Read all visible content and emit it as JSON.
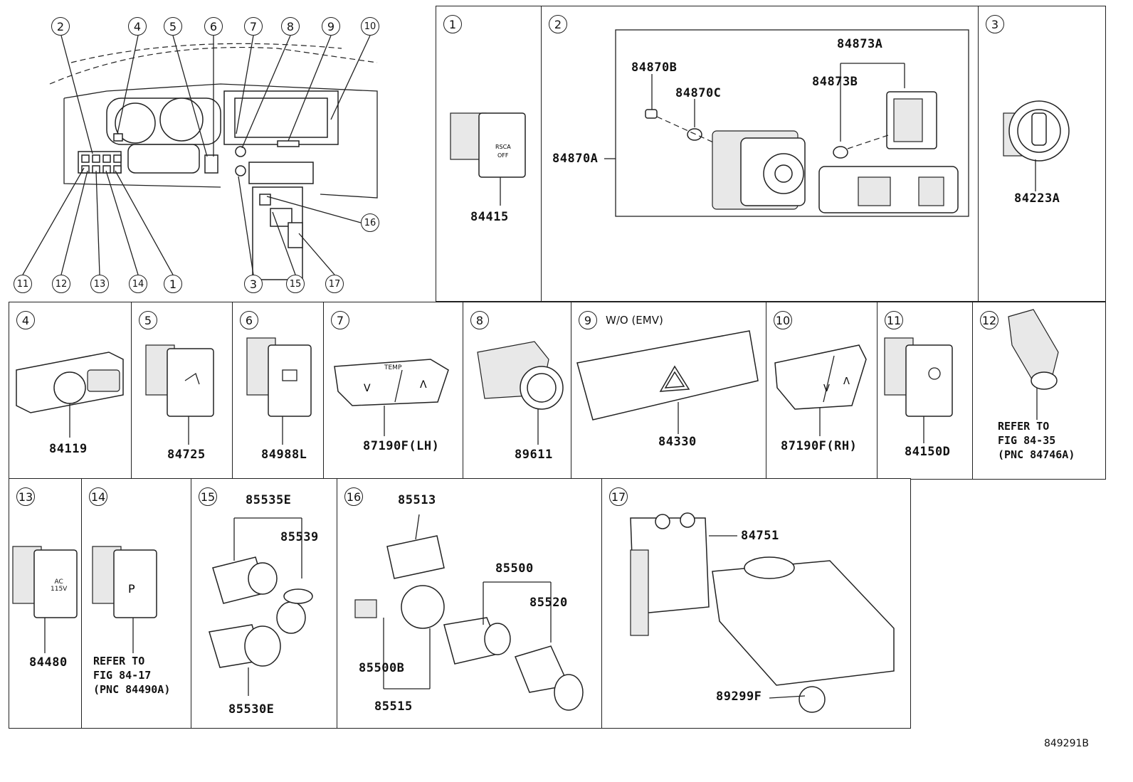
{
  "overview": {
    "callouts": [
      {
        "label": "2"
      },
      {
        "label": "4"
      },
      {
        "label": "5"
      },
      {
        "label": "6"
      },
      {
        "label": "7"
      },
      {
        "label": "8"
      },
      {
        "label": "9"
      },
      {
        "label": "10"
      },
      {
        "label": "16"
      },
      {
        "label": "11"
      },
      {
        "label": "12"
      },
      {
        "label": "13"
      },
      {
        "label": "14"
      },
      {
        "label": "1"
      },
      {
        "label": "3"
      },
      {
        "label": "15"
      },
      {
        "label": "17"
      }
    ]
  },
  "cells": {
    "c1": {
      "num": "1",
      "parts": [
        "84415"
      ]
    },
    "c2": {
      "num": "2",
      "parts": [
        "84870A",
        "84870B",
        "84870C",
        "84873A",
        "84873B"
      ]
    },
    "c3": {
      "num": "3",
      "parts": [
        "84223A"
      ]
    },
    "c4": {
      "num": "4",
      "parts": [
        "84119"
      ]
    },
    "c5": {
      "num": "5",
      "parts": [
        "84725"
      ]
    },
    "c6": {
      "num": "6",
      "parts": [
        "84988L"
      ]
    },
    "c7": {
      "num": "7",
      "parts": [
        "87190F(LH)"
      ],
      "button_text": "TEMP"
    },
    "c8": {
      "num": "8",
      "parts": [
        "89611"
      ]
    },
    "c9": {
      "num": "9",
      "condition": "W/O (EMV)",
      "parts": [
        "84330"
      ]
    },
    "c10": {
      "num": "10",
      "parts": [
        "87190F(RH)"
      ]
    },
    "c11": {
      "num": "11",
      "parts": [
        "84150D"
      ]
    },
    "c12": {
      "num": "12",
      "note": "REFER TO\nFIG 84-35\n(PNC 84746A)"
    },
    "c13": {
      "num": "13",
      "parts": [
        "84480"
      ],
      "button_text": "AC\n115V"
    },
    "c14": {
      "num": "14",
      "note": "REFER TO\nFIG 84-17\n(PNC 84490A)"
    },
    "c15": {
      "num": "15",
      "parts": [
        "85535E",
        "85539",
        "85530E"
      ]
    },
    "c16": {
      "num": "16",
      "parts": [
        "85513",
        "85500",
        "85520",
        "85500B",
        "85515"
      ]
    },
    "c17": {
      "num": "17",
      "parts": [
        "84751",
        "89299F"
      ]
    }
  },
  "figure_code": "849291B"
}
